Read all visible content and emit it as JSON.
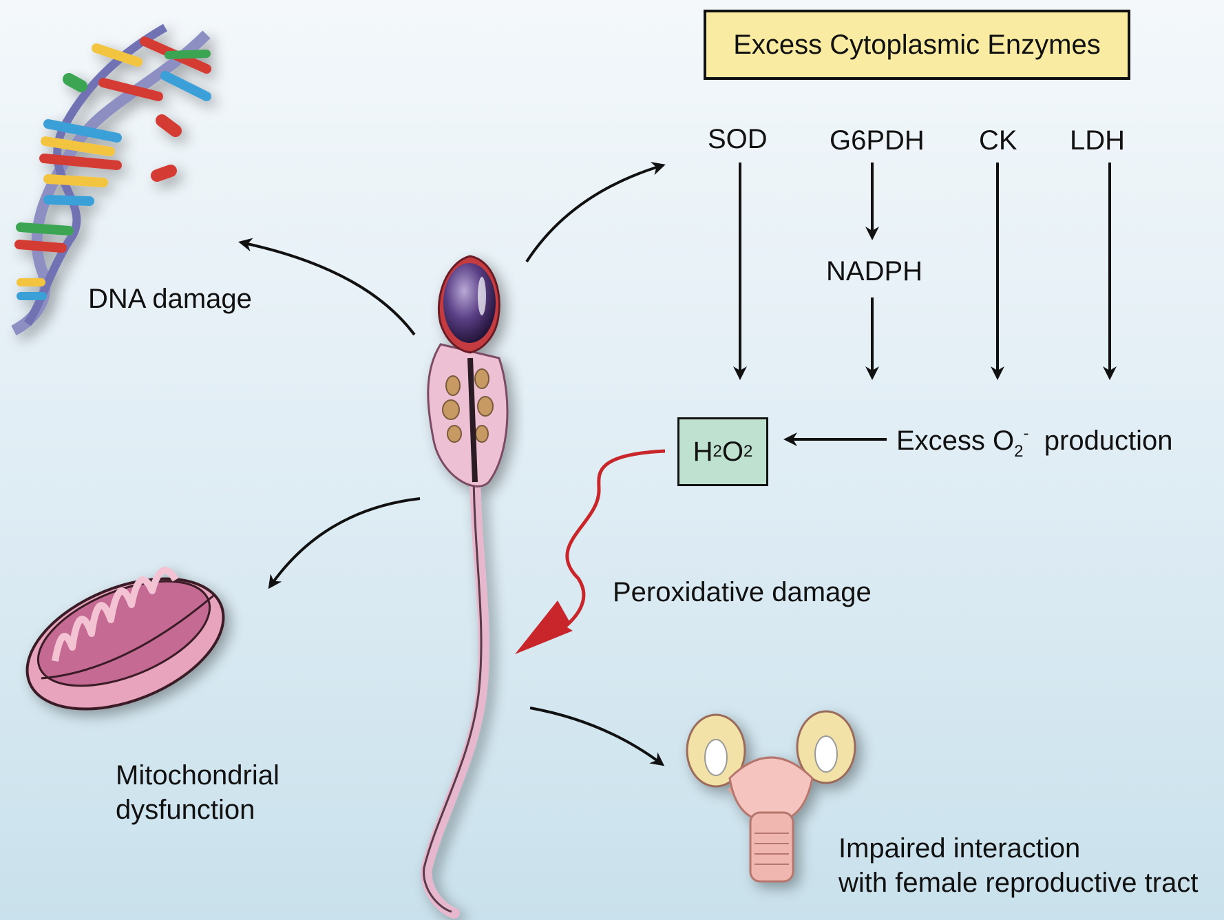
{
  "header_box": {
    "label": "Excess Cytoplasmic Enzymes"
  },
  "enzymes": {
    "sod": "SOD",
    "g6pdh": "G6PDH",
    "ck": "CK",
    "ldh": "LDH",
    "nadph": "NADPH"
  },
  "h2o2": {
    "h": "H",
    "sub1": "2",
    "o": "O",
    "sub2": "2"
  },
  "superoxide": {
    "prefix": "Excess O",
    "sub": "2",
    "sup": "-",
    "suffix": "production"
  },
  "effects": {
    "dna_damage": "DNA damage",
    "mito_line1": "Mitochondrial",
    "mito_line2": "dysfunction",
    "peroxidative": "Peroxidative damage",
    "impaired_line1": "Impaired interaction",
    "impaired_line2": "with female reproductive tract"
  },
  "colors": {
    "arrow": "#111111",
    "damage_arrow": "#c8262a",
    "enzyme_box": "#f9eba1",
    "h2o2_box": "#bfe1cf"
  }
}
